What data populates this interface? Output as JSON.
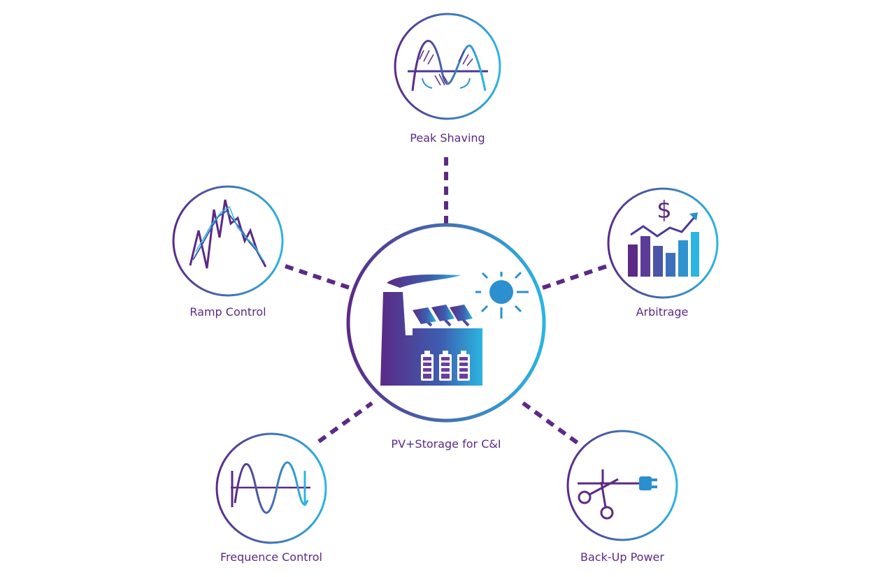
{
  "diagram": {
    "center": {
      "label": "PV+Storage for C&I",
      "icon": "factory-solar-battery-icon"
    },
    "nodes": [
      {
        "id": "peak-shaving",
        "label": "Peak Shaving",
        "icon": "peak-shaving-wave-icon"
      },
      {
        "id": "arbitrage",
        "label": "Arbitrage",
        "icon": "dollar-bar-chart-icon"
      },
      {
        "id": "ramp-control",
        "label": "Ramp Control",
        "icon": "ramp-line-chart-icon"
      },
      {
        "id": "frequence-control",
        "label": "Frequence Control",
        "icon": "sine-wave-icon"
      },
      {
        "id": "back-up-power",
        "label": "Back-Up Power",
        "icon": "scissors-plug-icon"
      }
    ],
    "colors": {
      "purple": "#5b2a86",
      "blue": "#2bb5e0"
    }
  }
}
